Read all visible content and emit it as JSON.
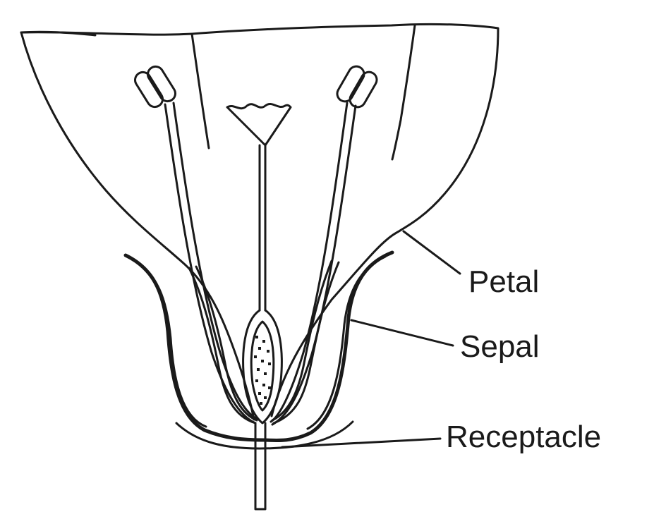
{
  "diagram": {
    "labels": {
      "petal": "Petal",
      "sepal": "Sepal",
      "receptacle": "Receptacle"
    },
    "ink_color": "#1a1a1a",
    "background_color": "#ffffff"
  }
}
